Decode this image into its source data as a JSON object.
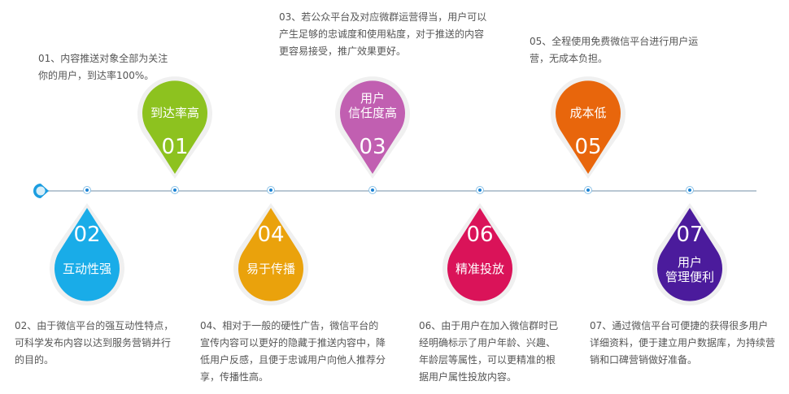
{
  "items": [
    {
      "num": "01",
      "title": [
        "到达率高"
      ],
      "color": "#8dc21f",
      "desc": [
        "01、内容推送对象全部为关注",
        "你的用户，到达率100%。"
      ]
    },
    {
      "num": "02",
      "title": [
        "互动性强"
      ],
      "color": "#19ace8",
      "desc": [
        "02、由于微信平台的强互动性特点，",
        "可科学发布内容以达到服务营销并行",
        "的目的。"
      ]
    },
    {
      "num": "03",
      "title": [
        "用户",
        "信任度高"
      ],
      "color": "#c15fb1",
      "desc": [
        "03、若公众平台及对应微群运营得当，用户可以",
        "产生足够的忠诚度和使用粘度，对于推送的内容",
        "更容易接受，推广效果更好。"
      ]
    },
    {
      "num": "04",
      "title": [
        "易于传播"
      ],
      "color": "#eaa20c",
      "desc": [
        "04、相对于一般的硬性广告，微信平台的",
        "宣传内容可以更好的隐藏于推送内容中，降",
        "低用户反感，且便于忠诚用户向他人推荐分",
        "享，传播性高。"
      ]
    },
    {
      "num": "05",
      "title": [
        "成本低"
      ],
      "color": "#e8660c",
      "desc": [
        "05、全程使用免费微信平台进行用户运",
        "营，无成本负担。"
      ]
    },
    {
      "num": "06",
      "title": [
        "精准投放"
      ],
      "color": "#da1359",
      "desc": [
        "06、由于用户在加入微信群时已",
        "经明确标示了用户年龄、兴趣、",
        "年龄层等属性，可以更精准的根",
        "据用户属性投放内容。"
      ]
    },
    {
      "num": "07",
      "title": [
        "用户",
        "管理便利"
      ],
      "color": "#4b1b9c",
      "desc": [
        "07、通过微信平台可便捷的获得很多用户",
        "详细资料，便于建立用户数据库，为持续营",
        "销和口碑营销做好准备。"
      ]
    }
  ]
}
